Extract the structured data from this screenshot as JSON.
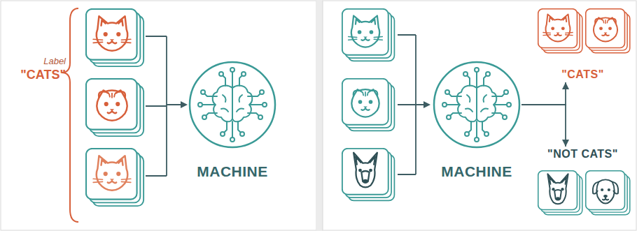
{
  "diagram": {
    "nodes": [
      {
        "text": [
          "MACHINE"
        ]
      },
      {
        "text": [
          "MACHINE"
        ]
      },
      {
        "text": [
          "\"CATS\""
        ]
      },
      {
        "text": [
          "\"NOT CATS\""
        ]
      }
    ],
    "edges": [
      {
        "from": 1,
        "to": 2,
        "arrow": "to"
      },
      {
        "from": 1,
        "to": 3,
        "arrow": "to"
      }
    ],
    "labels": [
      "Label",
      "\"CATS\""
    ]
  }
}
